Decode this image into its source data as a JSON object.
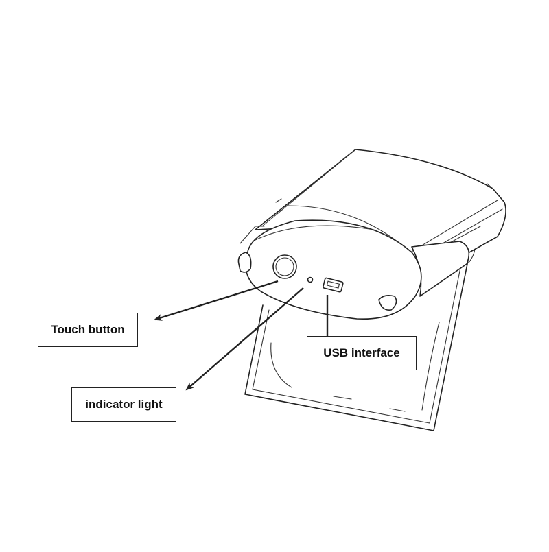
{
  "labels": {
    "touch_button": "Touch button",
    "usb_interface": "USB interface",
    "indicator_light": "indicator light"
  },
  "colors": {
    "line": "#222222",
    "background": "#ffffff"
  }
}
